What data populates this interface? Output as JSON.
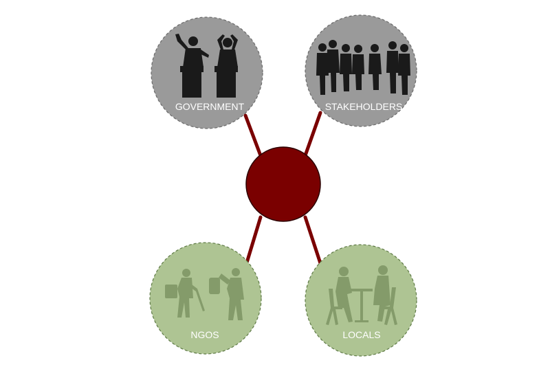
{
  "diagram": {
    "center_color": "#7a0000",
    "connector_color": "#7a0000",
    "nodes": [
      {
        "id": "government",
        "label": "GOVERNMENT",
        "fill": "#9a9a9a",
        "icon": "politicians-at-podiums-icon"
      },
      {
        "id": "stakeholders",
        "label": "STAKEHOLDERS",
        "fill": "#9a9a9a",
        "icon": "business-group-icon"
      },
      {
        "id": "ngos",
        "label": "NGOS",
        "fill": "#aec493",
        "icon": "volunteers-collecting-litter-icon"
      },
      {
        "id": "locals",
        "label": "LOCALS",
        "fill": "#aec493",
        "icon": "people-at-cafe-table-icon"
      }
    ]
  }
}
